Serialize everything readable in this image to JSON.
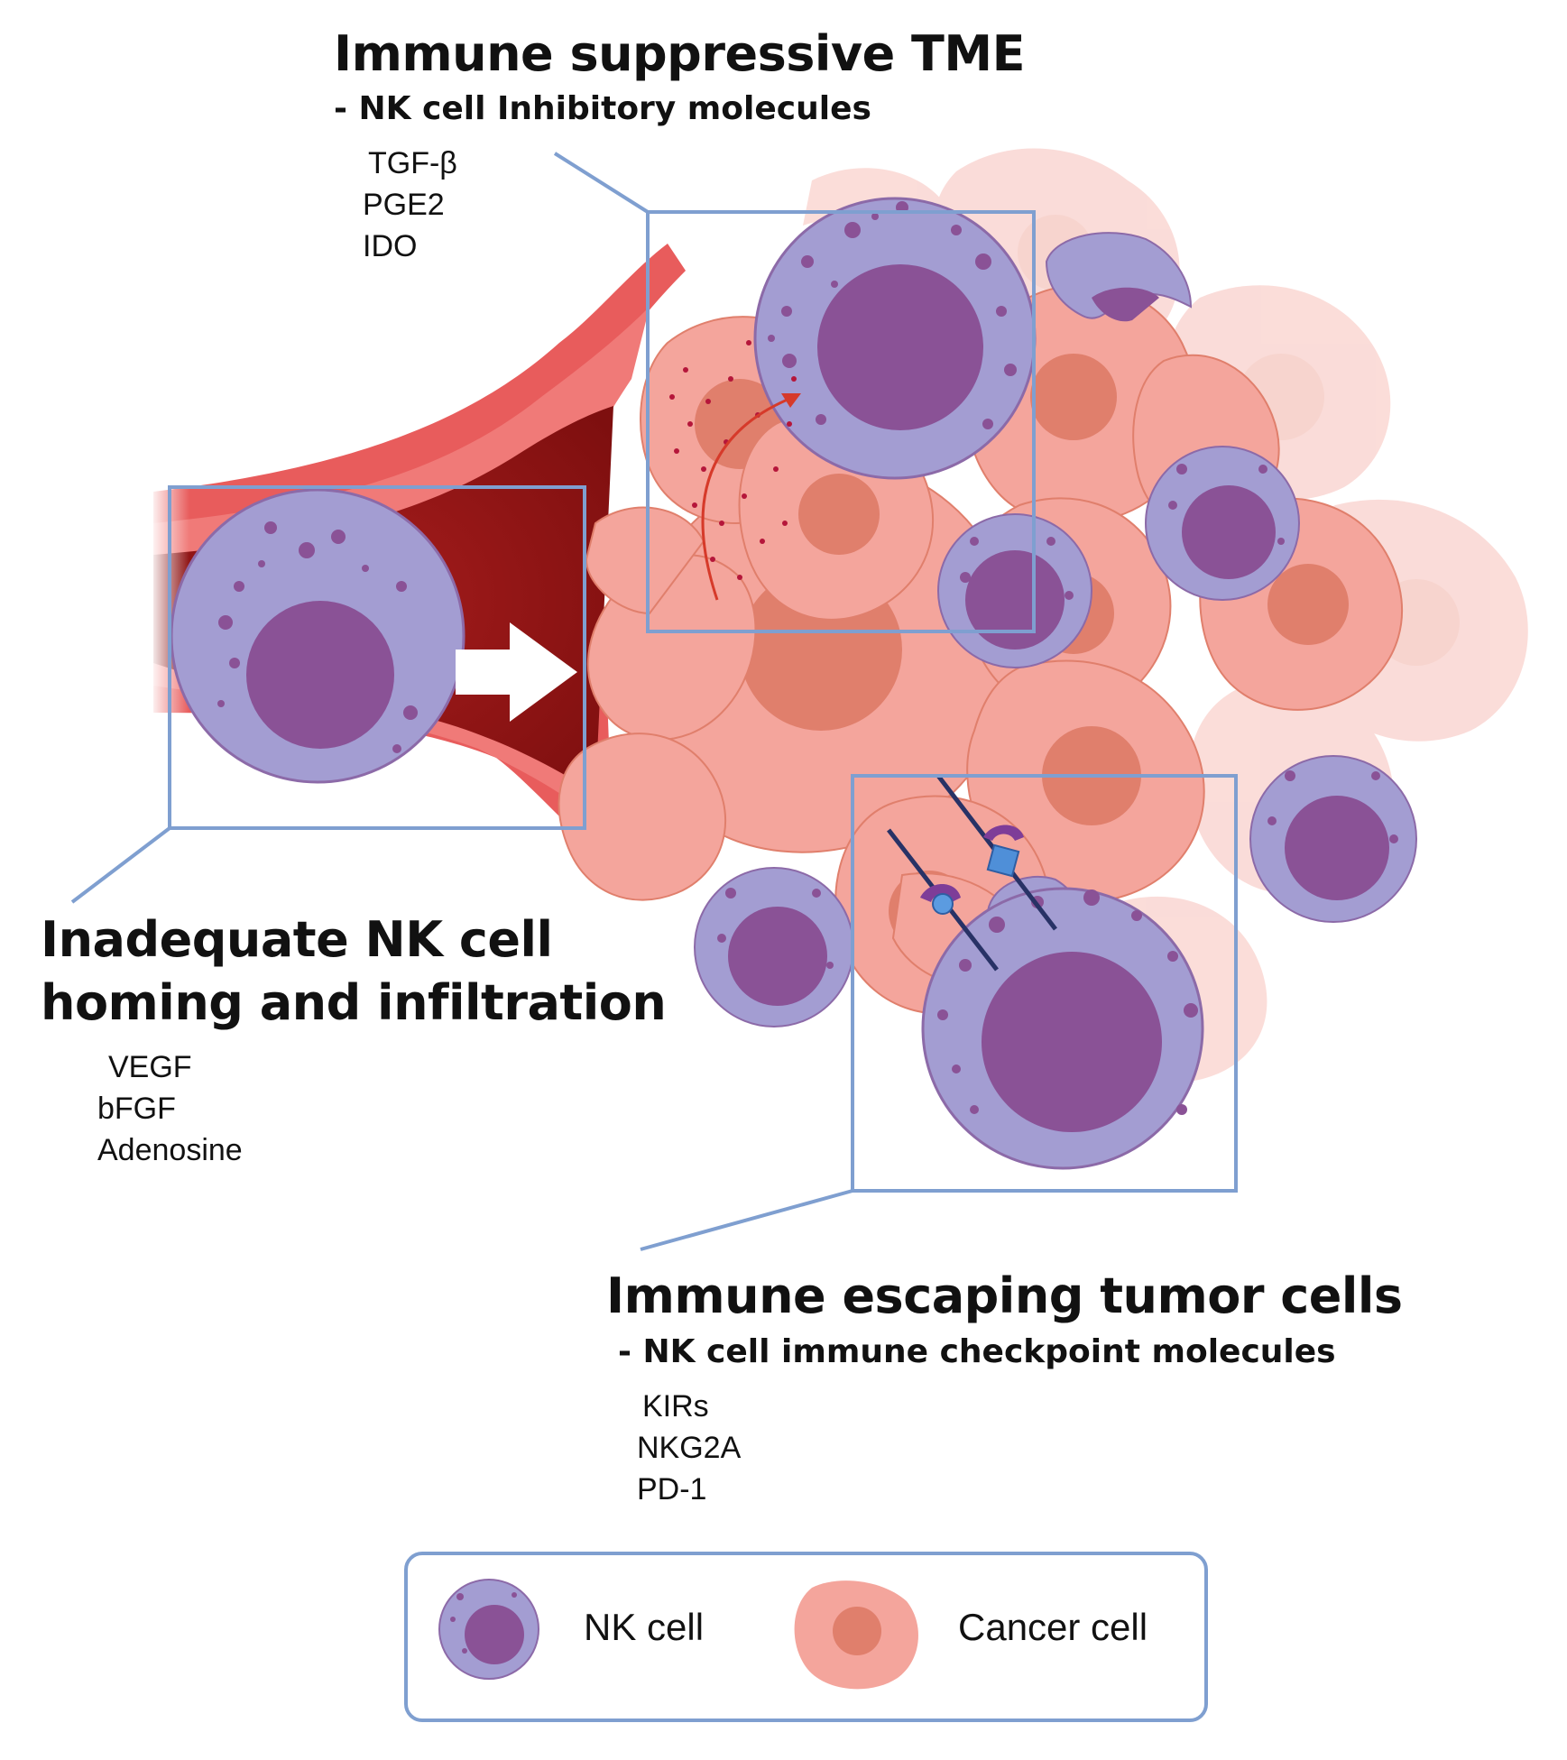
{
  "panels": {
    "tme": {
      "title": "Immune suppressive TME",
      "subtitle": "- NK cell Inhibitory molecules",
      "molecules": [
        "TGF-β",
        "PGE2",
        "IDO"
      ]
    },
    "homing": {
      "title_line1": "Inadequate NK cell",
      "title_line2": "homing and infiltration",
      "molecules": [
        "VEGF",
        "bFGF",
        "Adenosine"
      ]
    },
    "escape": {
      "title": "Immune escaping tumor cells",
      "subtitle": "- NK cell immune checkpoint molecules",
      "molecules": [
        "KIRs",
        "NKG2A",
        "PD-1"
      ]
    }
  },
  "legend": {
    "nk_label": "NK cell",
    "cancer_label": "Cancer cell"
  },
  "colors": {
    "nk_membrane": "#a39dd2",
    "nk_nucleus": "#8a5296",
    "cancer_cell": "#f4a59c",
    "cancer_nucleus": "#e07f6c",
    "vessel_wall": "#e85c5c",
    "vessel_lumen": "#8f1515",
    "callout_frame": "#7f9fd0"
  }
}
